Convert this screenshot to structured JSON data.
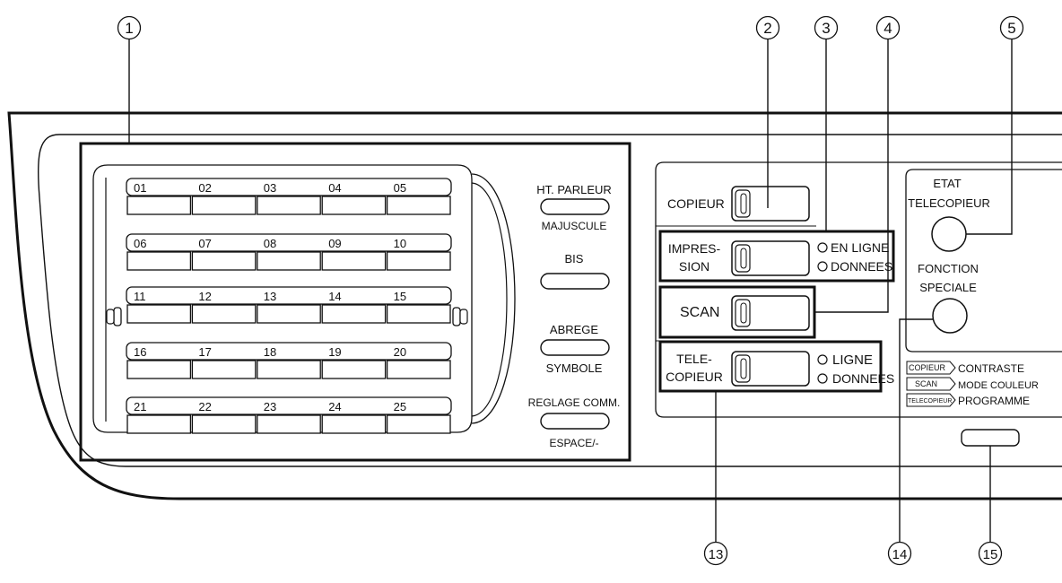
{
  "callouts": {
    "c1": "1",
    "c2": "2",
    "c3": "3",
    "c4": "4",
    "c5": "5",
    "c13": "13",
    "c14": "14",
    "c15": "15"
  },
  "speed_dial": {
    "rows": [
      [
        "01",
        "02",
        "03",
        "04",
        "05"
      ],
      [
        "06",
        "07",
        "08",
        "09",
        "10"
      ],
      [
        "11",
        "12",
        "13",
        "14",
        "15"
      ],
      [
        "16",
        "17",
        "18",
        "19",
        "20"
      ],
      [
        "21",
        "22",
        "23",
        "24",
        "25"
      ]
    ]
  },
  "side_keys": {
    "speaker_top": "HT. PARLEUR",
    "speaker_bottom": "MAJUSCULE",
    "redial": "BIS",
    "abbrev_top": "ABREGE",
    "abbrev_bottom": "SYMBOLE",
    "comm_top": "REGLAGE COMM.",
    "comm_bottom": "ESPACE/-"
  },
  "modes": {
    "copy": "COPIEUR",
    "print_l1": "IMPRES-",
    "print_l2": "SION",
    "print_ind1": "EN LIGNE",
    "print_ind2": "DONNEES",
    "scan": "SCAN",
    "fax_l1": "TELE-",
    "fax_l2": "COPIEUR",
    "fax_ind1": "LIGNE",
    "fax_ind2": "DONNEES"
  },
  "right_panel": {
    "status_l1": "ETAT",
    "status_l2": "TELECOPIEUR",
    "special_l1": "FONCTION",
    "special_l2": "SPECIALE",
    "legend": [
      {
        "tag": "COPIEUR",
        "text": "CONTRASTE"
      },
      {
        "tag": "SCAN",
        "text": "MODE COULEUR"
      },
      {
        "tag": "TELECOPIEUR",
        "text": "PROGRAMME"
      }
    ]
  },
  "colors": {
    "ink": "#111111",
    "background": "#ffffff"
  }
}
